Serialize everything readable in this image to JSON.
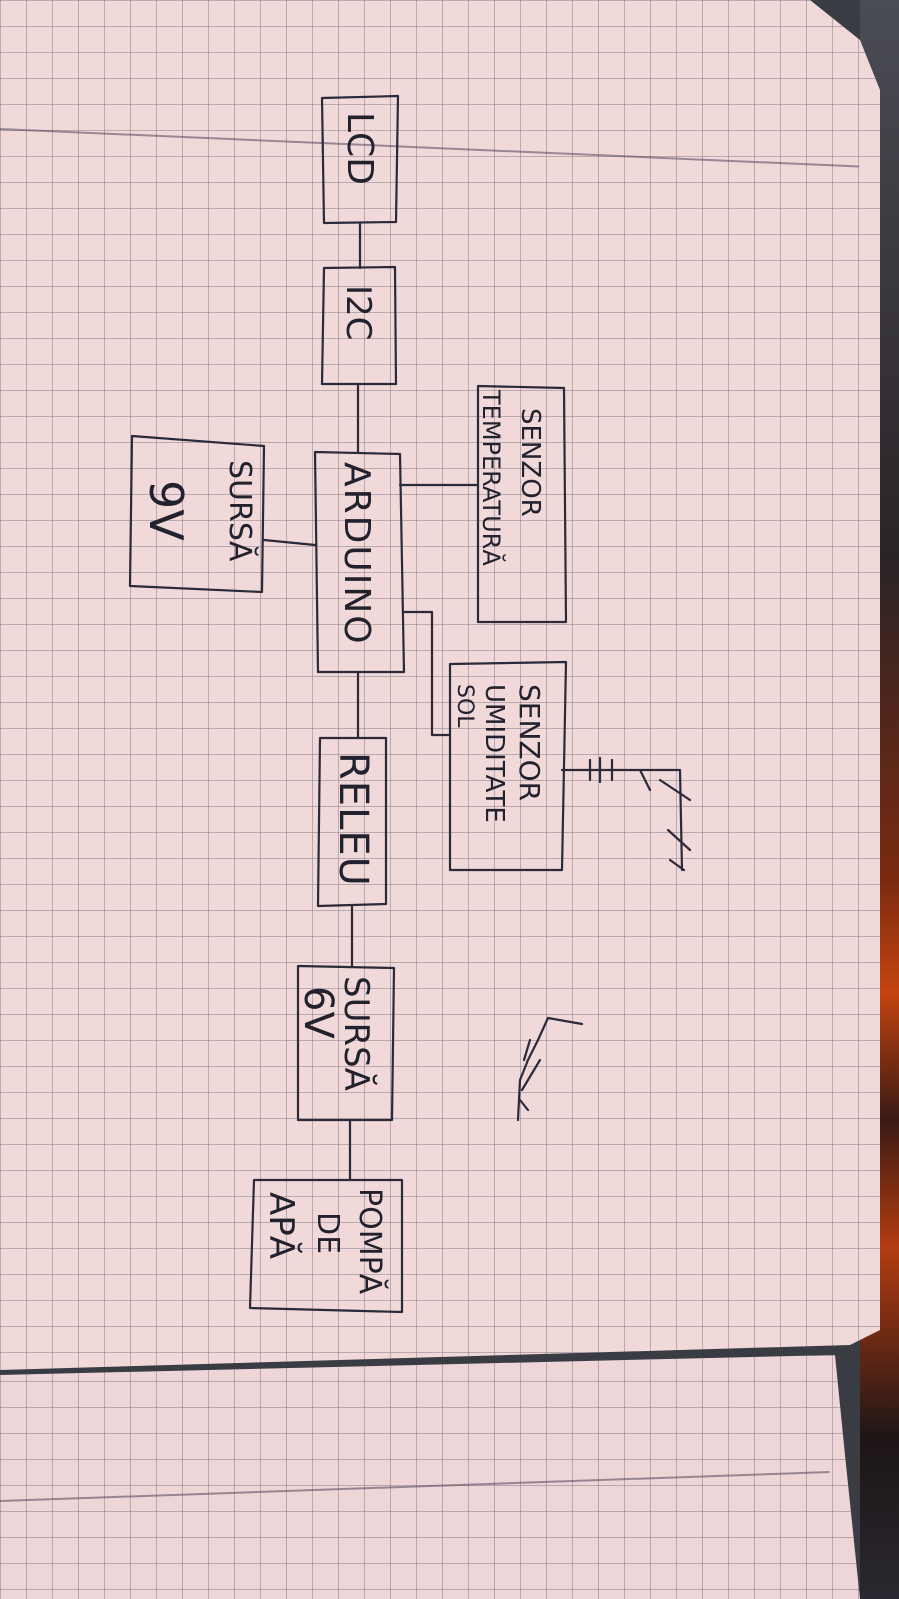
{
  "blocks": {
    "lcd": "LCD",
    "i2c": "I2C",
    "arduino": "ARDUINO",
    "temp_sensor_line1": "SENZOR",
    "temp_sensor_line2": "TEMPERATURĂ",
    "supply_9v_line1": "SURSĂ",
    "supply_9v_line2": "9V",
    "soil_sensor_line1": "SENZOR",
    "soil_sensor_line2": "UMIDITATE",
    "soil_sensor_line3": "SOL",
    "relay": "RELEU",
    "supply_6v_line1": "SURSĂ",
    "supply_6v_line2": "6V",
    "pump_line1": "POMPĂ",
    "pump_line2": "DE",
    "pump_line3": "APĂ"
  },
  "colors": {
    "paper": "#f1d8d9",
    "grid": "#8a7e8f",
    "ink": "#2a2a3a"
  }
}
